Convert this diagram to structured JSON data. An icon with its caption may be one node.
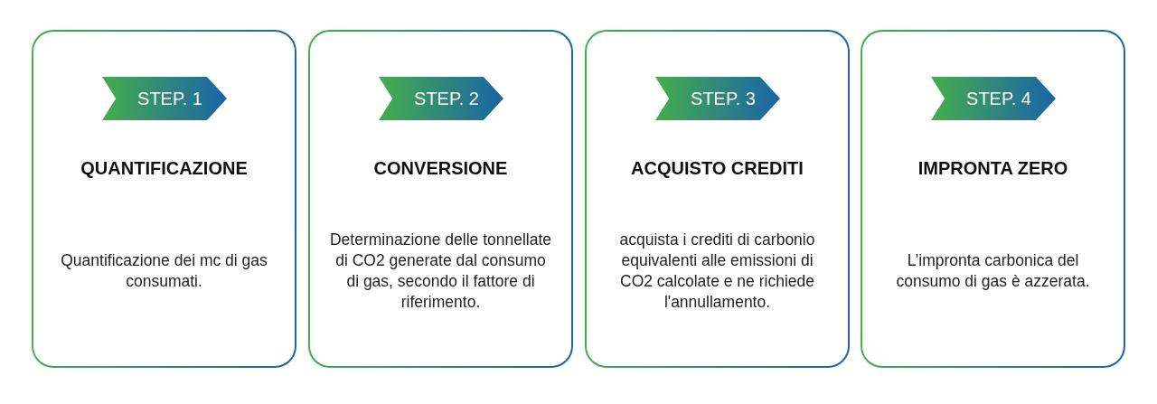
{
  "diagram": {
    "nodes": [
      {
        "text": [
          "QUANTIFICAZIONE",
          "Quantificazione dei mc di gas consumati."
        ]
      },
      {
        "text": [
          "STEP. 1"
        ],
        "in": 0
      },
      {
        "text": [
          "CONVERSIONE",
          "Determinazione delle tonnellate di CO2 generate dal consumo di gas, secondo il fattore di riferimento."
        ]
      },
      {
        "text": [
          "STEP. 2"
        ],
        "in": 2
      },
      {
        "text": [
          "ACQUISTO CREDITI",
          "acquista i crediti di carbonio equivalenti alle emissioni di CO2 calcolate e ne richiede l'annullamento."
        ]
      },
      {
        "text": [
          "STEP. 3"
        ],
        "in": 4
      },
      {
        "text": [
          "IMPRONTA ZERO",
          "L’impronta carbonica del consumo di gas è azzerata."
        ]
      },
      {
        "text": [
          "STEP. 4"
        ],
        "in": 6
      }
    ],
    "edges": []
  }
}
